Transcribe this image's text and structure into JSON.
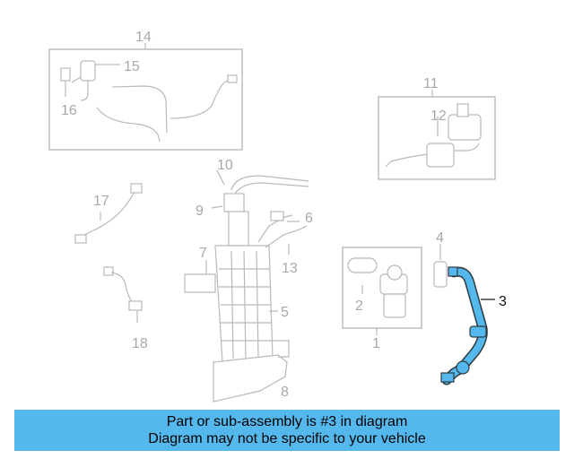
{
  "callouts": {
    "c1": "1",
    "c2": "2",
    "c3": "3",
    "c4": "4",
    "c5": "5",
    "c6": "6",
    "c7": "7",
    "c8": "8",
    "c9": "9",
    "c10": "10",
    "c11": "11",
    "c12": "12",
    "c13": "13",
    "c14": "14",
    "c15": "15",
    "c16": "16",
    "c17": "17",
    "c18": "18"
  },
  "highlight_part": "3",
  "colors": {
    "highlight": "#55b8ec",
    "parts": "#b9b9b9",
    "banner": "#55b8ec"
  },
  "banner": {
    "line1": "Part or sub-assembly is #3 in diagram",
    "line2": "Diagram may not be specific to your vehicle"
  }
}
